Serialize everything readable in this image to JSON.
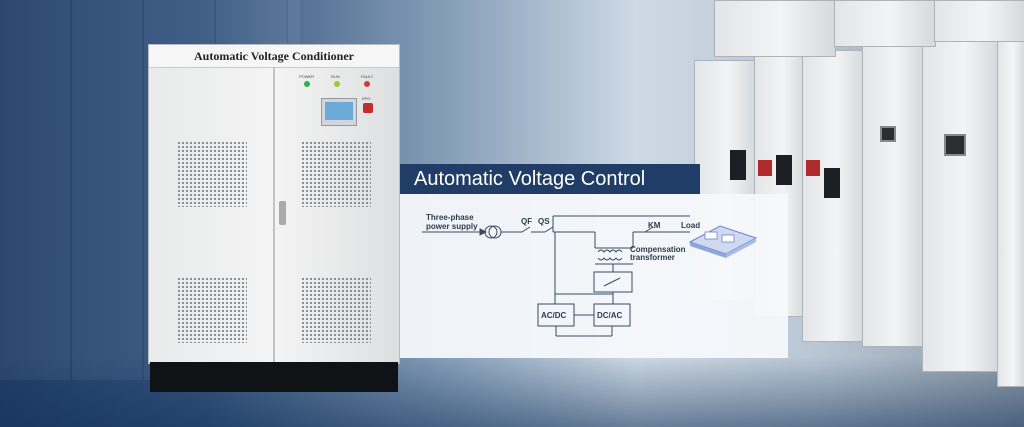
{
  "cabinet": {
    "title": "Automatic Voltage Conditioner",
    "indicators": [
      "POWER",
      "RUN",
      "FAULT"
    ],
    "epo_label": "EPO"
  },
  "banner": {
    "title": "Automatic Voltage Control"
  },
  "diagram": {
    "supply_label_line1": "Three-phase",
    "supply_label_line2": "power supply",
    "qf": "QF",
    "qs": "QS",
    "km": "KM",
    "load": "Load",
    "transformer_line1": "Compensation",
    "transformer_line2": "transformer",
    "acdc": "AC/DC",
    "dcac": "DC/AC"
  },
  "colors": {
    "banner": "#1f3d66",
    "lamp_power": "#2fae4f",
    "lamp_run": "#9acb3a",
    "lamp_fault": "#d23b3b"
  }
}
